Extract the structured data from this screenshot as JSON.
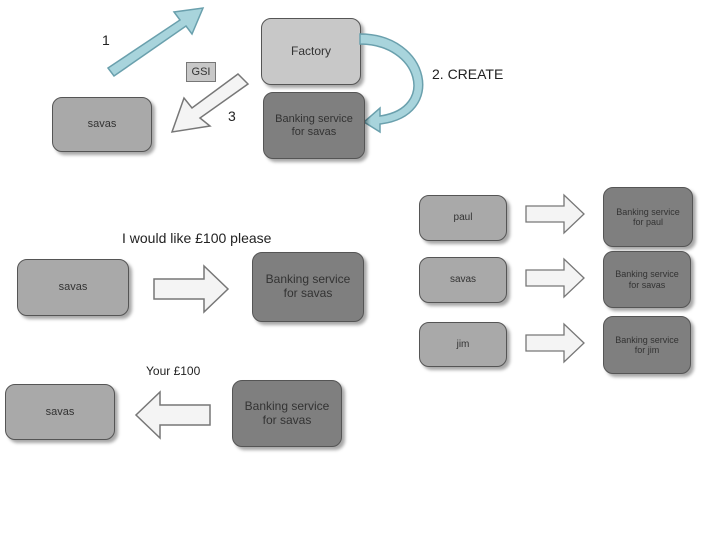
{
  "top": {
    "step1": "1",
    "step2": "2. CREATE",
    "step3": "3",
    "gsi": "GSI",
    "factory": "Factory",
    "client": "savas",
    "service": "Banking service for savas"
  },
  "request": {
    "caption": "I would like £100 please",
    "client": "savas",
    "service": "Banking service for savas"
  },
  "response": {
    "caption": "Your £100",
    "client": "savas",
    "service": "Banking service for savas"
  },
  "instances": {
    "rows": [
      {
        "client": "paul",
        "service": "Banking service for paul"
      },
      {
        "client": "savas",
        "service": "Banking service for savas"
      },
      {
        "client": "jim",
        "service": "Banking service for jim"
      }
    ]
  },
  "colors": {
    "arrow_blue": "#a8d4dc",
    "arrow_blue_stroke": "#6aa0ad",
    "arrow_white": "#f4f4f4",
    "arrow_grey_stroke": "#777777"
  }
}
